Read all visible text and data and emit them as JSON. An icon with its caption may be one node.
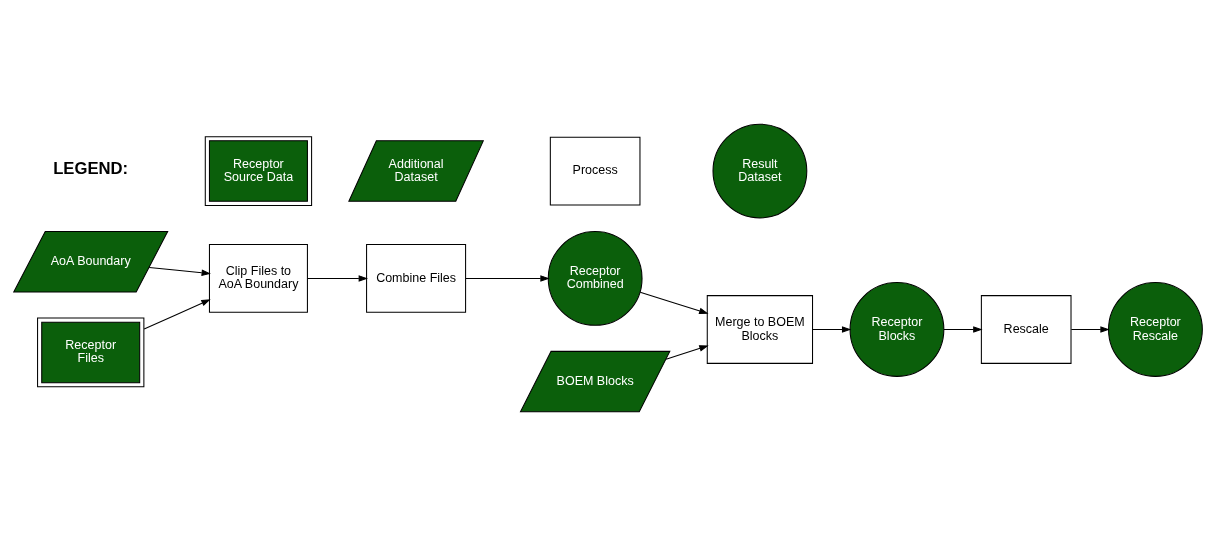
{
  "diagram": {
    "nodes": [
      {
        "text": [
          "AoA Boundary"
        ]
      },
      {
        "text": [
          "Receptor Files"
        ]
      },
      {
        "text": [
          "Clip Files to AoA Boundary"
        ]
      },
      {
        "text": [
          "Combine Files"
        ]
      },
      {
        "text": [
          "BOEM Blocks"
        ]
      },
      {
        "text": [
          "Receptor Combined"
        ]
      },
      {
        "text": [
          "Merge to BOEM Blocks"
        ]
      },
      {
        "text": [
          "Receptor Blocks"
        ]
      },
      {
        "text": [
          "Rescale"
        ]
      },
      {
        "text": [
          "Receptor Rescale"
        ]
      },
      {
        "text": [
          "Receptor Source Data"
        ]
      },
      {
        "text": [
          "Additional Dataset"
        ]
      },
      {
        "text": [
          "Process"
        ]
      },
      {
        "text": [
          "Result Dataset"
        ]
      }
    ],
    "edges": [
      {
        "from": 0,
        "to": 2,
        "arrow": "to"
      },
      {
        "from": 1,
        "to": 2,
        "arrow": "to"
      },
      {
        "from": 2,
        "to": 3,
        "arrow": "to"
      },
      {
        "from": 3,
        "to": 5,
        "arrow": "to"
      },
      {
        "from": 4,
        "to": 6,
        "arrow": "to"
      },
      {
        "from": 5,
        "to": 6,
        "arrow": "to"
      },
      {
        "from": 6,
        "to": 7,
        "arrow": "to"
      },
      {
        "from": 7,
        "to": 8,
        "arrow": "to"
      },
      {
        "from": 8,
        "to": 9,
        "arrow": "to"
      }
    ],
    "labels": [
      "LEGEND:"
    ]
  }
}
